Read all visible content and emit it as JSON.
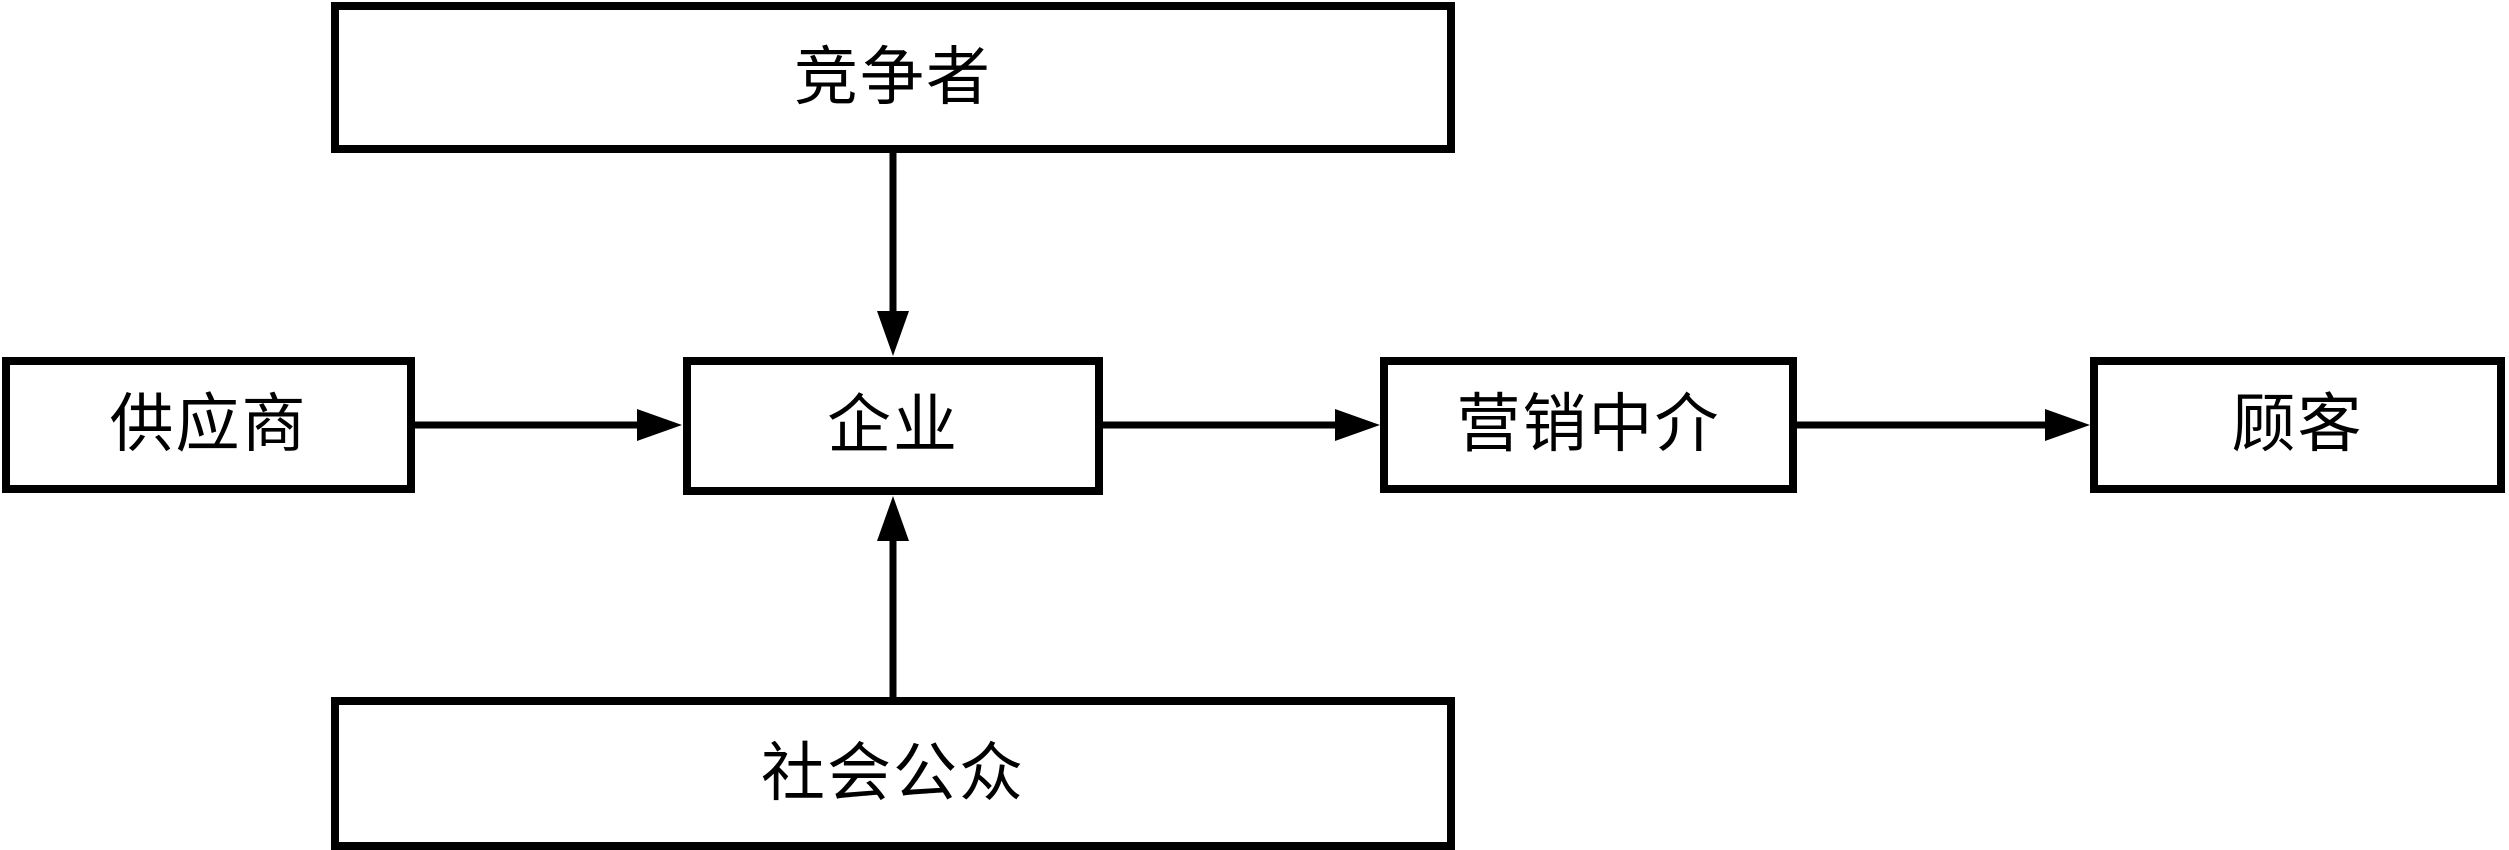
{
  "diagram": {
    "description": "Marketing environment flow diagram",
    "colors": {
      "box_border": "#000000",
      "box_fill": "#ffffff",
      "text": "#000000",
      "arrow": "#000000",
      "background": "#ffffff"
    },
    "nodes": {
      "competitors": {
        "label": "竞争者",
        "position": "top"
      },
      "suppliers": {
        "label": "供应商",
        "position": "middle-left"
      },
      "enterprise": {
        "label": "企业",
        "position": "middle-center"
      },
      "intermediaries": {
        "label": "营销中介",
        "position": "middle-right"
      },
      "customers": {
        "label": "顾客",
        "position": "middle-far-right"
      },
      "public": {
        "label": "社会公众",
        "position": "bottom"
      }
    },
    "edges": [
      {
        "from": "竞争者",
        "to": "企业",
        "direction": "down"
      },
      {
        "from": "供应商",
        "to": "企业",
        "direction": "right"
      },
      {
        "from": "企业",
        "to": "营销中介",
        "direction": "right"
      },
      {
        "from": "营销中介",
        "to": "顾客",
        "direction": "right"
      },
      {
        "from": "社会公众",
        "to": "企业",
        "direction": "up"
      }
    ]
  }
}
